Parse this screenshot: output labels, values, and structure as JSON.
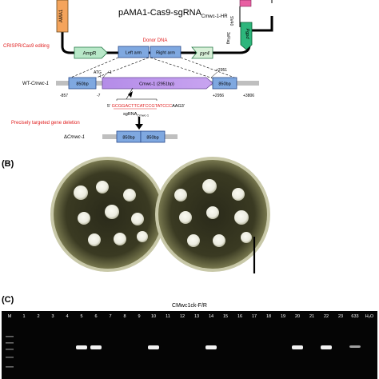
{
  "panel_a": {
    "plasmid": {
      "title_main": "pAMA1-Cas9-sgRNA",
      "title_sub": "Cmwc-1-HR",
      "ama1": "AMA1",
      "sv40": "SV40",
      "flag": "3xFlag",
      "pgpd": "Pgpd",
      "ampr": "AmpR",
      "left_arm": "Left arm",
      "right_arm": "Right arm",
      "pyr4": "pyr4",
      "donor_dna": "Donor DNA"
    },
    "crispr_label": "CRISPR/Cas9 editing",
    "wt": {
      "label": "WT-Cmwc-1",
      "left_flank": "850bp",
      "gene": "Cmwc-1 (2951bp)",
      "right_flank": "850bp",
      "atg": "ATG",
      "plus1": "+1",
      "pos_2951": "+2951",
      "pos_n857": "-857",
      "pos_n7": "-7",
      "pos_2956": "+2956",
      "pos_3806": "+3806",
      "seq_prefix": "5'",
      "seq_red": "GCGGACTTCATCCGTATCCC",
      "seq_black": "AAG",
      "seq_suffix": "3'",
      "sgrna": "sgRNA",
      "sgrna_sub": "Cmwc-1"
    },
    "deletion_label": "Precisely targeted gene deletion",
    "mutant": {
      "label": "ΔCmwc-1",
      "left_flank": "850bp",
      "right_flank": "850bp"
    }
  },
  "panel_b": {
    "label": "(B)"
  },
  "panel_c": {
    "label": "(C)",
    "title": "CMwc1ck-F/R",
    "lanes": [
      "M",
      "1",
      "2",
      "3",
      "4",
      "5",
      "6",
      "7",
      "8",
      "9",
      "10",
      "11",
      "12",
      "13",
      "14",
      "15",
      "16",
      "17",
      "18",
      "19",
      "20",
      "21",
      "22",
      "23",
      "633",
      "H₂O"
    ],
    "positive_lanes": [
      "5",
      "6",
      "10",
      "14",
      "20",
      "22",
      "633"
    ]
  },
  "colors": {
    "red": "#e02020",
    "orange": "#f4a45c",
    "pink": "#e85fa2",
    "green": "#2db67c",
    "blue": "#7fa8e0",
    "purple": "#b48ce8",
    "gray": "#bfbfbf"
  }
}
